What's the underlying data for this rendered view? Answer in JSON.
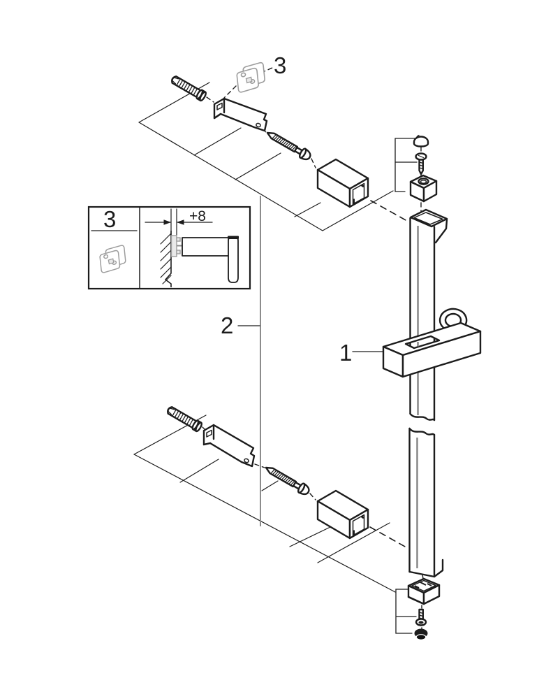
{
  "drawing": {
    "kind": "exploded-assembly-diagram",
    "labels": {
      "slider_holder": "1",
      "alignment_line": "2",
      "wall_spacer_plate": "3",
      "inset_ref": "3",
      "spacing_dimension": "+8"
    },
    "colors": {
      "background": "#ffffff",
      "line": "#1c1c1c",
      "gray_line": "#8c8c8c",
      "plate_gray": "#9c9c9c"
    }
  }
}
